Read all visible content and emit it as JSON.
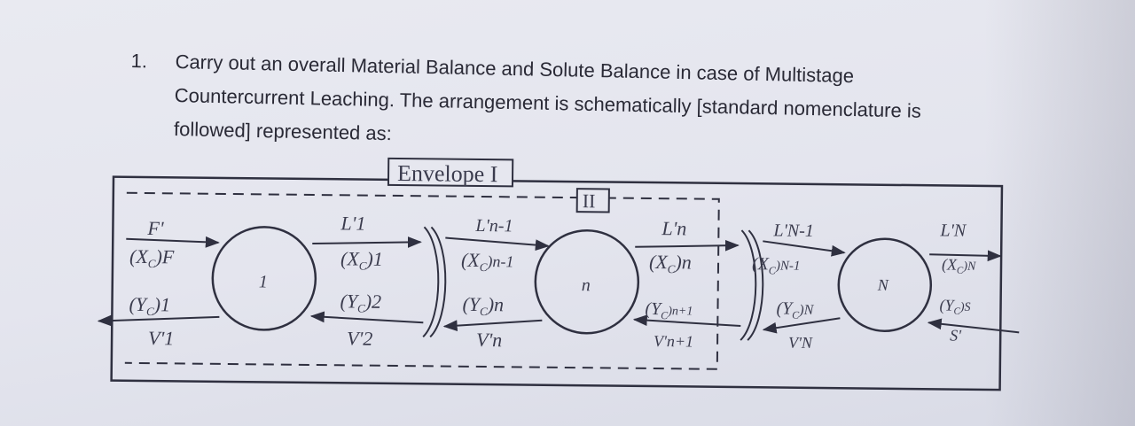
{
  "question": {
    "number": "1.",
    "lines": [
      "Carry out an overall Material Balance and Solute Balance in case of Multistage",
      "Countercurrent Leaching. The arrangement is schematically [standard nomenclature is",
      "followed] represented as:"
    ]
  },
  "diagram": {
    "envelope_1_label": "Envelope I",
    "envelope_2_label": "II",
    "stages": [
      "1",
      "n",
      "N"
    ],
    "labels": {
      "F": "F'",
      "XF": "(X",
      "XF_sub": "C",
      "XF_post": ")F",
      "Y1": "(Y",
      "Y1_sub": "C",
      "Y1_post": ")1",
      "V1": "V'1",
      "L1": "L'1",
      "X1": "(X",
      "X1_sub": "C",
      "X1_post": ")1",
      "Y2": "(Y",
      "Y2_sub": "C",
      "Y2_post": ")2",
      "V2": "V'2",
      "Ln1": "L'n-1",
      "Xn1": "(X",
      "Xn1_sub": "C",
      "Xn1_post": ")n-1",
      "Yn": "(Y",
      "Yn_sub": "C",
      "Yn_post": ")n",
      "Vn": "V'n",
      "Ln": "L'n",
      "Xn": "(X",
      "Xn_sub": "C",
      "Xn_post": ")n",
      "Yn1": "(Y",
      "Yn1_sub": "C",
      "Yn1_post": ")n+1",
      "Vn1": "V'n+1",
      "LN1": "L'N-1",
      "XN1": "(X",
      "XN1_sub": "C",
      "XN1_post": ")N-1",
      "YN": "(Y",
      "YN_sub": "C",
      "YN_post": ")N",
      "VN": "V'N",
      "LN": "L'N",
      "XN": "(X",
      "XN_sub": "C",
      "XN_post": ")N",
      "YS": "(Y",
      "YS_sub": "C",
      "YS_post": ")S",
      "S": "S'"
    }
  }
}
